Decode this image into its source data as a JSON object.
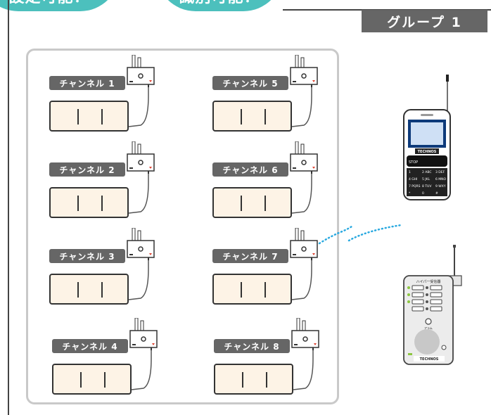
{
  "header": {
    "bubble_left_text": "設定可能！",
    "bubble_right_text": "識別可能！",
    "group_label": "グループ 1"
  },
  "channels": [
    {
      "label": "チャンネル 1"
    },
    {
      "label": "チャンネル 5"
    },
    {
      "label": "チャンネル 2"
    },
    {
      "label": "チャンネル 6"
    },
    {
      "label": "チャンネル 3"
    },
    {
      "label": "チャンネル 7"
    },
    {
      "label": "チャンネル 4"
    },
    {
      "label": "チャンネル 8"
    }
  ],
  "phone": {
    "brand": "TECHNOS",
    "stop_key": "STOP",
    "keys": [
      "1",
      "2 ABC",
      "3 DEF",
      "4 GHI",
      "5 JKL",
      "6 MNO",
      "7 PQRS",
      "8 TUV",
      "9 WXY",
      "*",
      "0",
      "#"
    ]
  },
  "receiver": {
    "title": "ハイパー受信器",
    "brand": "TECHNOS",
    "alarm_label": "アラム"
  },
  "colors": {
    "accent_teal": "#4cc0bd",
    "label_gray": "#666666",
    "tank_fill": "#fdf3e6",
    "signal_blue": "#29a9e0"
  }
}
